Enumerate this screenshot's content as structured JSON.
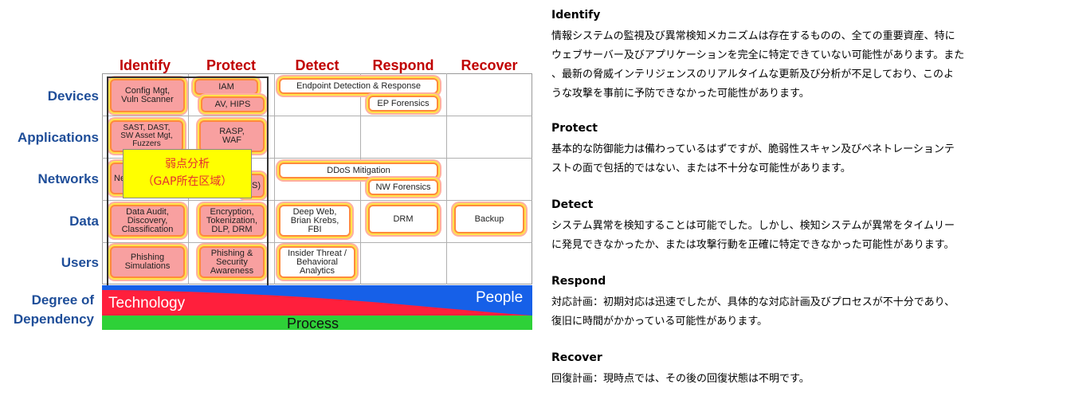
{
  "diagram": {
    "columns": [
      "Identify",
      "Protect",
      "Detect",
      "Respond",
      "Recover"
    ],
    "rows": [
      "Devices",
      "Applications",
      "Networks",
      "Data",
      "Users"
    ],
    "cells": {
      "config": "Config Mgt,\nVuln Scanner",
      "iam": "IAM",
      "av": "AV, HIPS",
      "edr": "Endpoint Detection & Response",
      "epf": "EP Forensics",
      "sast": "SAST, DAST,\nSW Asset Mgt,\nFuzzers",
      "rasp": "RASP,\nWAF",
      "net_partial": "Ne",
      "net_partial2": "S)",
      "ddos": "DDoS Mitigation",
      "nwf": "NW Forensics",
      "audit": "Data Audit,\nDiscovery,\nClassification",
      "encrypt": "Encryption,\nTokenization,\nDLP, DRM",
      "deepweb": "Deep Web,\nBrian Krebs,\nFBI",
      "drm": "DRM",
      "backup": "Backup",
      "phishsim": "Phishing\nSimulations",
      "phishaware": "Phishing &\nSecurity\nAwareness",
      "insider": "Insider Threat /\nBehavioral\nAnalytics"
    },
    "gap_label": {
      "line1": "弱点分析",
      "line2": "（GAP所在区域）"
    },
    "dependency": {
      "label_line1": "Degree of",
      "label_line2": "Dependency",
      "technology": "Technology",
      "people": "People",
      "process": "Process"
    },
    "colors": {
      "header_red": "#c00000",
      "row_blue": "#1f4e99",
      "technology": "#ff1f3c",
      "people": "#1660e8",
      "process": "#2ed138"
    }
  },
  "sections": [
    {
      "title": "Identify",
      "body": "情報システムの監視及び異常検知メカニズムは存在するものの、全ての重要資産、特に\nウェブサーバー及びアプリケーションを完全に特定できていない可能性があります。また\n、最新の脅威インテリジェンスのリアルタイムな更新及び分析が不足しており、このよ\nうな攻撃を事前に予防できなかった可能性があります。"
    },
    {
      "title": "Protect",
      "body": "基本的な防御能力は備わっているはずですが、脆弱性スキャン及びペネトレーションテ\nストの面で包括的ではない、または不十分な可能性があります。"
    },
    {
      "title": "Detect",
      "body": "システム異常を検知することは可能でした。しかし、検知システムが異常をタイムリー\nに発見できなかったか、または攻撃行動を正確に特定できなかった可能性があります。"
    },
    {
      "title": "Respond",
      "body": "対応計画：初期対応は迅速でしたが、具体的な対応計画及びプロセスが不十分であり、\n復旧に時間がかかっている可能性があります。"
    },
    {
      "title": "Recover",
      "body": "回復計画：現時点では、その後の回復状態は不明です。"
    }
  ]
}
